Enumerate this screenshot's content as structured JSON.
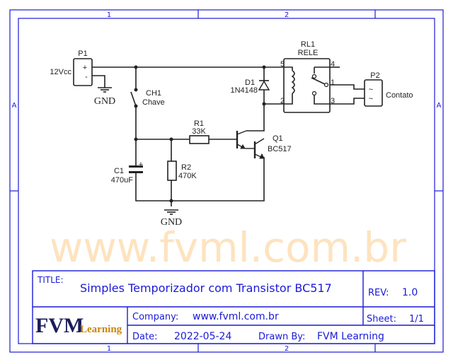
{
  "frame": {
    "columns": [
      "1",
      "2"
    ],
    "rows": [
      "A"
    ]
  },
  "watermark": "www.fvml.com.br",
  "components": {
    "p1": {
      "ref": "P1",
      "value": "12Vcc",
      "plus": "+",
      "minus": "-"
    },
    "gnd1": "GND",
    "gnd2": "GND",
    "ch1": {
      "ref": "CH1",
      "value": "Chave"
    },
    "r1": {
      "ref": "R1",
      "value": "33K"
    },
    "r2": {
      "ref": "R2",
      "value": "470K"
    },
    "c1": {
      "ref": "C1",
      "value": "470uF",
      "plus": "+"
    },
    "d1": {
      "ref": "D1",
      "value": "1N4148"
    },
    "q1": {
      "ref": "Q1",
      "value": "BC517"
    },
    "rl1": {
      "ref": "RL1",
      "value": "RELE",
      "pins": [
        "5",
        "2",
        "4",
        "1",
        "3"
      ]
    },
    "p2": {
      "ref": "P2",
      "value": "Contato",
      "symbol": "~"
    }
  },
  "title_block": {
    "title_label": "TITLE:",
    "title": "Simples Temporizador com Transistor BC517",
    "rev_label": "REV:",
    "rev": "1.0",
    "logo_main": "FVM",
    "logo_sub": "Learning",
    "company_label": "Company:",
    "company": "www.fvml.com.br",
    "sheet_label": "Sheet:",
    "sheet": "1/1",
    "date_label": "Date:",
    "date": "2022-05-24",
    "drawn_label": "Drawn By:",
    "drawn": "FVM Learning"
  },
  "colors": {
    "frame": "#1a1ad8",
    "wire": "#222222",
    "watermark": "#fde3bf"
  }
}
